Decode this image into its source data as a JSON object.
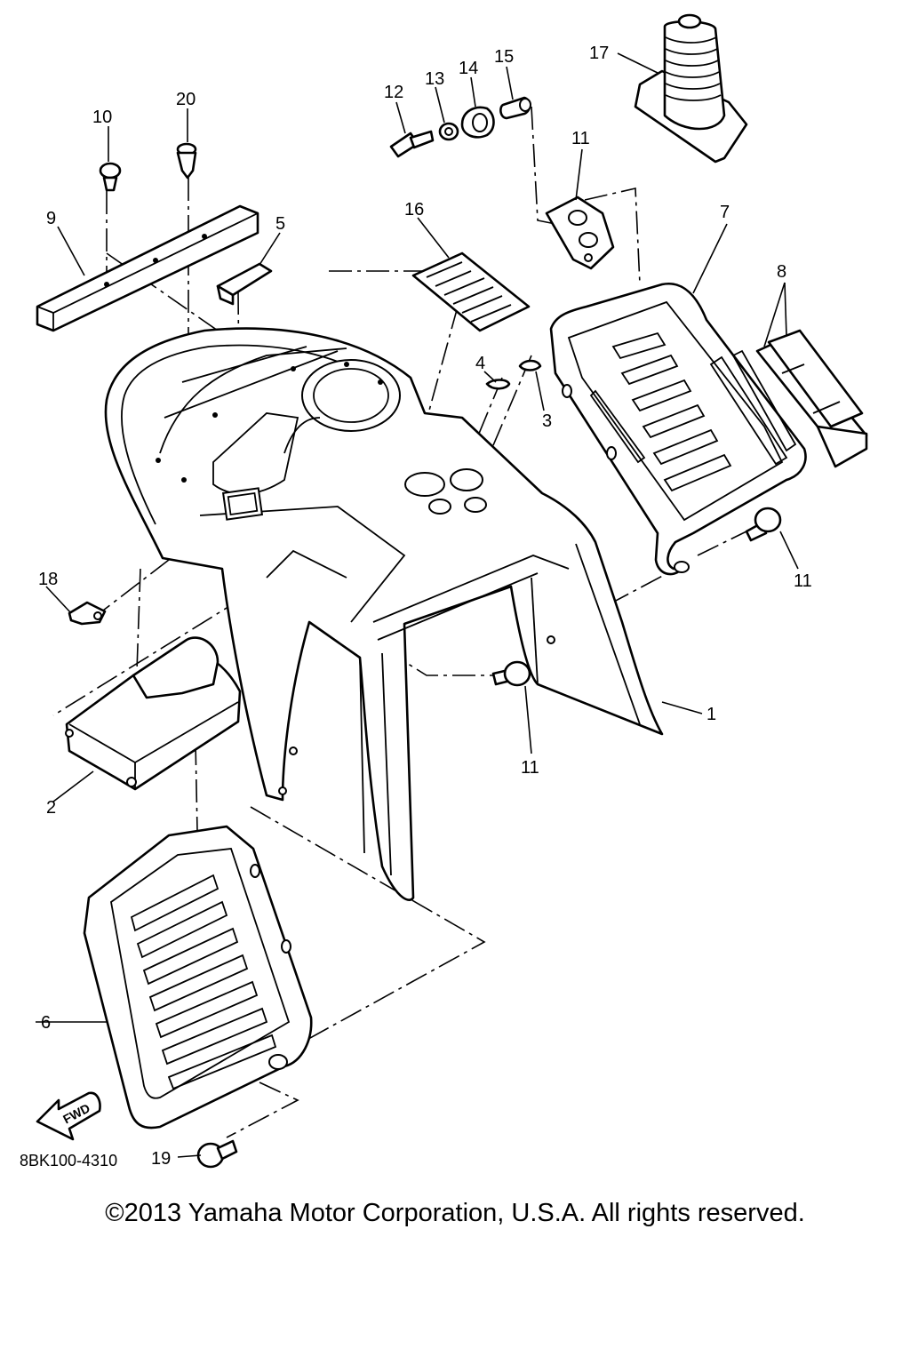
{
  "diagram": {
    "callouts": [
      {
        "id": "c1",
        "text": "1"
      },
      {
        "id": "c2",
        "text": "2"
      },
      {
        "id": "c3",
        "text": "3"
      },
      {
        "id": "c4",
        "text": "4"
      },
      {
        "id": "c5",
        "text": "5"
      },
      {
        "id": "c6",
        "text": "6"
      },
      {
        "id": "c7",
        "text": "7"
      },
      {
        "id": "c8",
        "text": "8"
      },
      {
        "id": "c9",
        "text": "9"
      },
      {
        "id": "c10",
        "text": "10"
      },
      {
        "id": "c11a",
        "text": "11"
      },
      {
        "id": "c11b",
        "text": "11"
      },
      {
        "id": "c11c",
        "text": "11"
      },
      {
        "id": "c12",
        "text": "12"
      },
      {
        "id": "c13",
        "text": "13"
      },
      {
        "id": "c14",
        "text": "14"
      },
      {
        "id": "c15",
        "text": "15"
      },
      {
        "id": "c16",
        "text": "16"
      },
      {
        "id": "c17",
        "text": "17"
      },
      {
        "id": "c18",
        "text": "18"
      },
      {
        "id": "c19",
        "text": "19"
      },
      {
        "id": "c20",
        "text": "20"
      }
    ],
    "fwd_label": "FWD",
    "drawing_code": "8BK100-4310"
  },
  "footer": {
    "copyright": "©2013 Yamaha Motor Corporation, U.S.A. All rights reserved."
  }
}
